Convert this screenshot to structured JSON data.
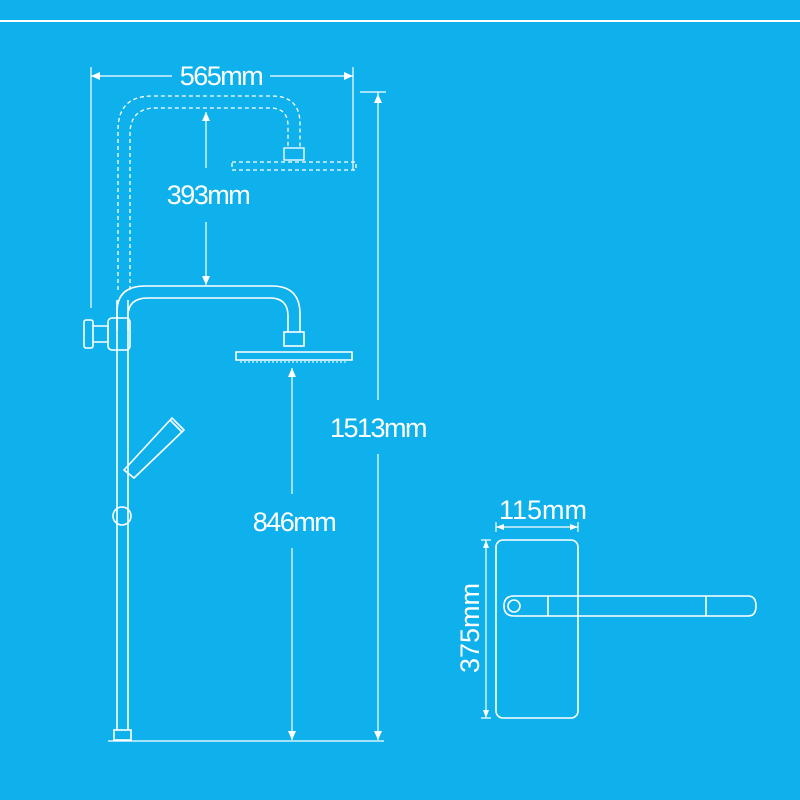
{
  "diagram": {
    "background_color": "#0fb1ec",
    "line_color": "#ffffff",
    "dimensions": {
      "width_overall": "565mm",
      "arm_drop": "393mm",
      "total_height": "1513mm",
      "head_height": "846mm",
      "panel_width": "115mm",
      "panel_height": "375mm"
    }
  }
}
